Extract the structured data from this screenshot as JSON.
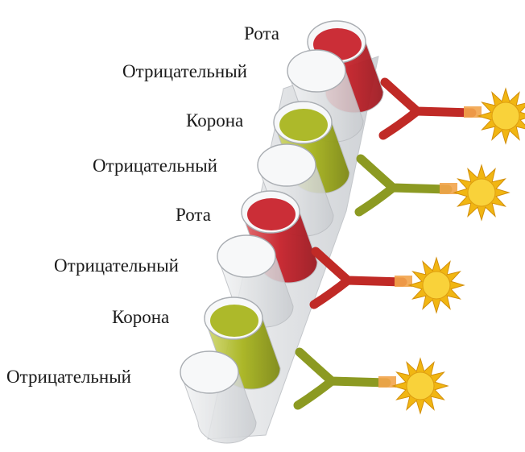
{
  "labels": [
    "Рота",
    "Отрицательный",
    "Корона",
    "Отрицательный",
    "Рота",
    "Отрицательный",
    "Корона",
    "Отрицательный"
  ],
  "colors": {
    "red_well": "#c8232c",
    "green_well": "#a9b51f",
    "clear_well": "#d9dcdf",
    "red_antibody": "#c02a26",
    "green_antibody": "#8c9a22",
    "virus": "#f1b612"
  },
  "antibodies": [
    "red",
    "green",
    "red",
    "green"
  ]
}
